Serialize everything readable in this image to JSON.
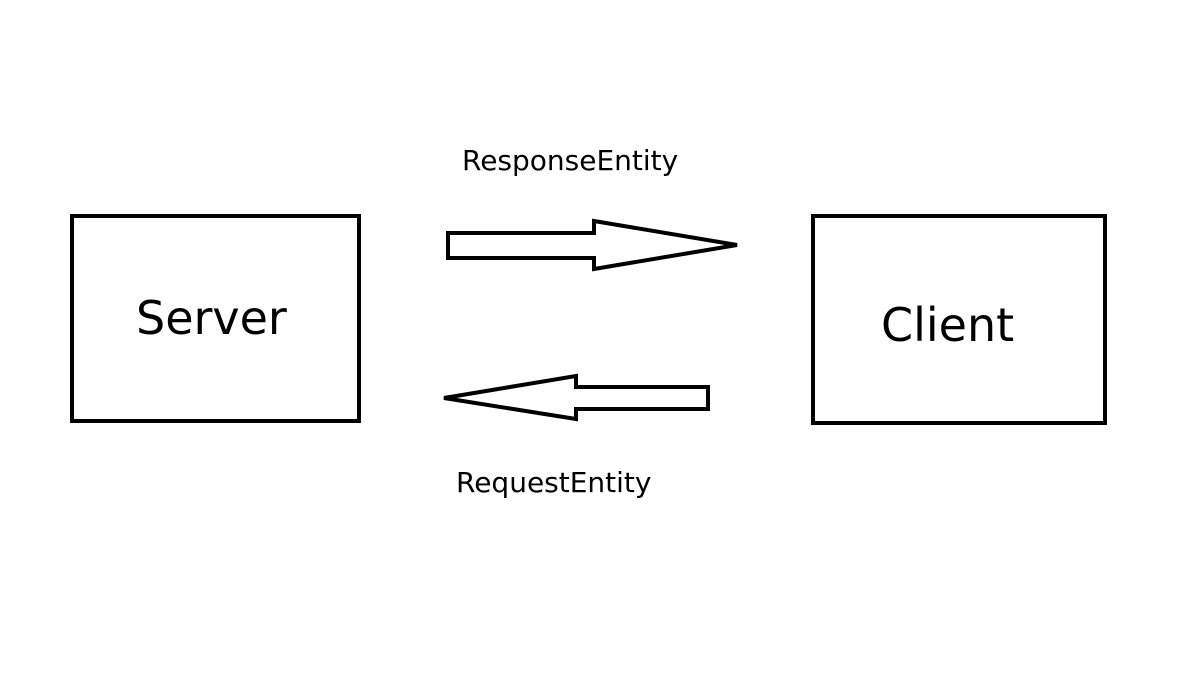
{
  "nodes": {
    "server": {
      "label": "Server"
    },
    "client": {
      "label": "Client"
    }
  },
  "edges": {
    "response": {
      "label": "ResponseEntity",
      "from": "Server",
      "to": "Client"
    },
    "request": {
      "label": "RequestEntity",
      "from": "Client",
      "to": "Server"
    }
  },
  "colors": {
    "stroke": "#000000",
    "background": "#ffffff"
  }
}
